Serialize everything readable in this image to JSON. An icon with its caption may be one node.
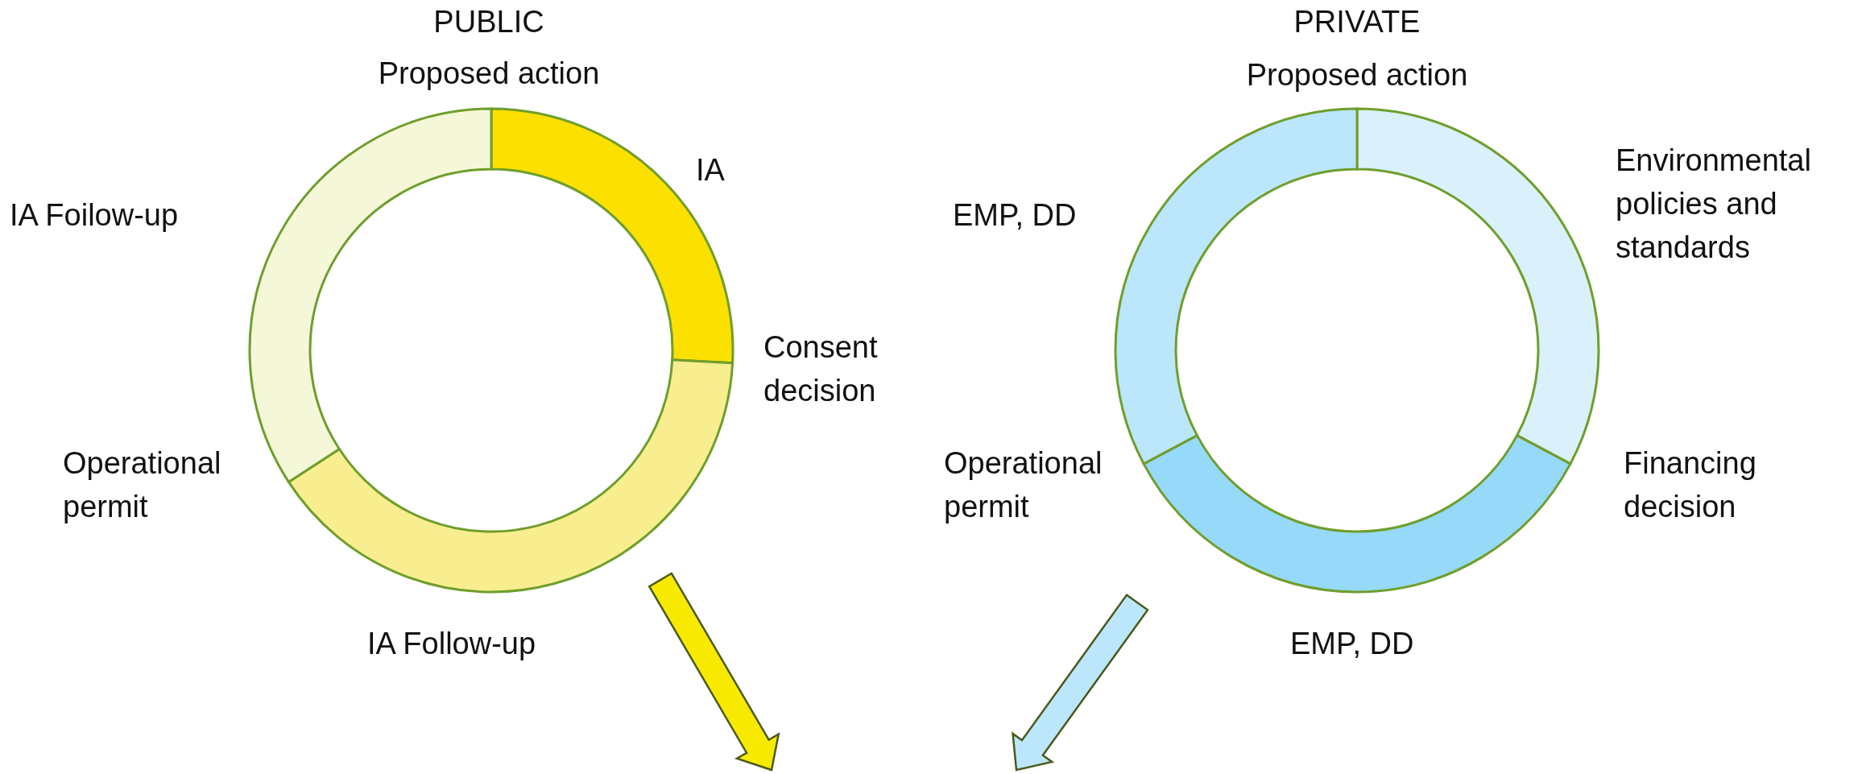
{
  "diagram": {
    "labels": [
      "PUBLIC",
      "Proposed action",
      "IA",
      "IA Foilow-up",
      "Consent decision",
      "Operational permit",
      "IA Follow-up",
      "PRIVATE",
      "Proposed action",
      "EMP, DD",
      "Environmental policies and standards",
      "Operational permit",
      "Financing decision",
      "EMP, DD"
    ]
  }
}
